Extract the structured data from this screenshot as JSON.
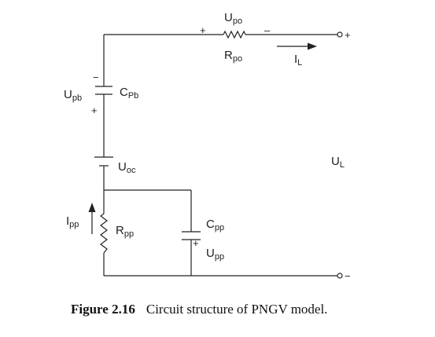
{
  "labels": {
    "Upo": {
      "main": "U",
      "sub": "po"
    },
    "Rpo": {
      "main": "R",
      "sub": "po"
    },
    "IL": {
      "main": "I",
      "sub": "L"
    },
    "Upb": {
      "main": "U",
      "sub": "pb"
    },
    "CPb": {
      "main": "C",
      "sub": "Pb"
    },
    "Uoc": {
      "main": "U",
      "sub": "oc"
    },
    "UL": {
      "main": "U",
      "sub": "L"
    },
    "Ipp": {
      "main": "I",
      "sub": "pp"
    },
    "Rpp": {
      "main": "R",
      "sub": "pp"
    },
    "Cpp": {
      "main": "C",
      "sub": "pp"
    },
    "Upp": {
      "main": "U",
      "sub": "pp"
    }
  },
  "signs": {
    "plus": "+",
    "minus": "−",
    "minus_short": "–"
  },
  "caption": {
    "number": "Figure 2.16",
    "text": "Circuit structure of PNGV model."
  }
}
